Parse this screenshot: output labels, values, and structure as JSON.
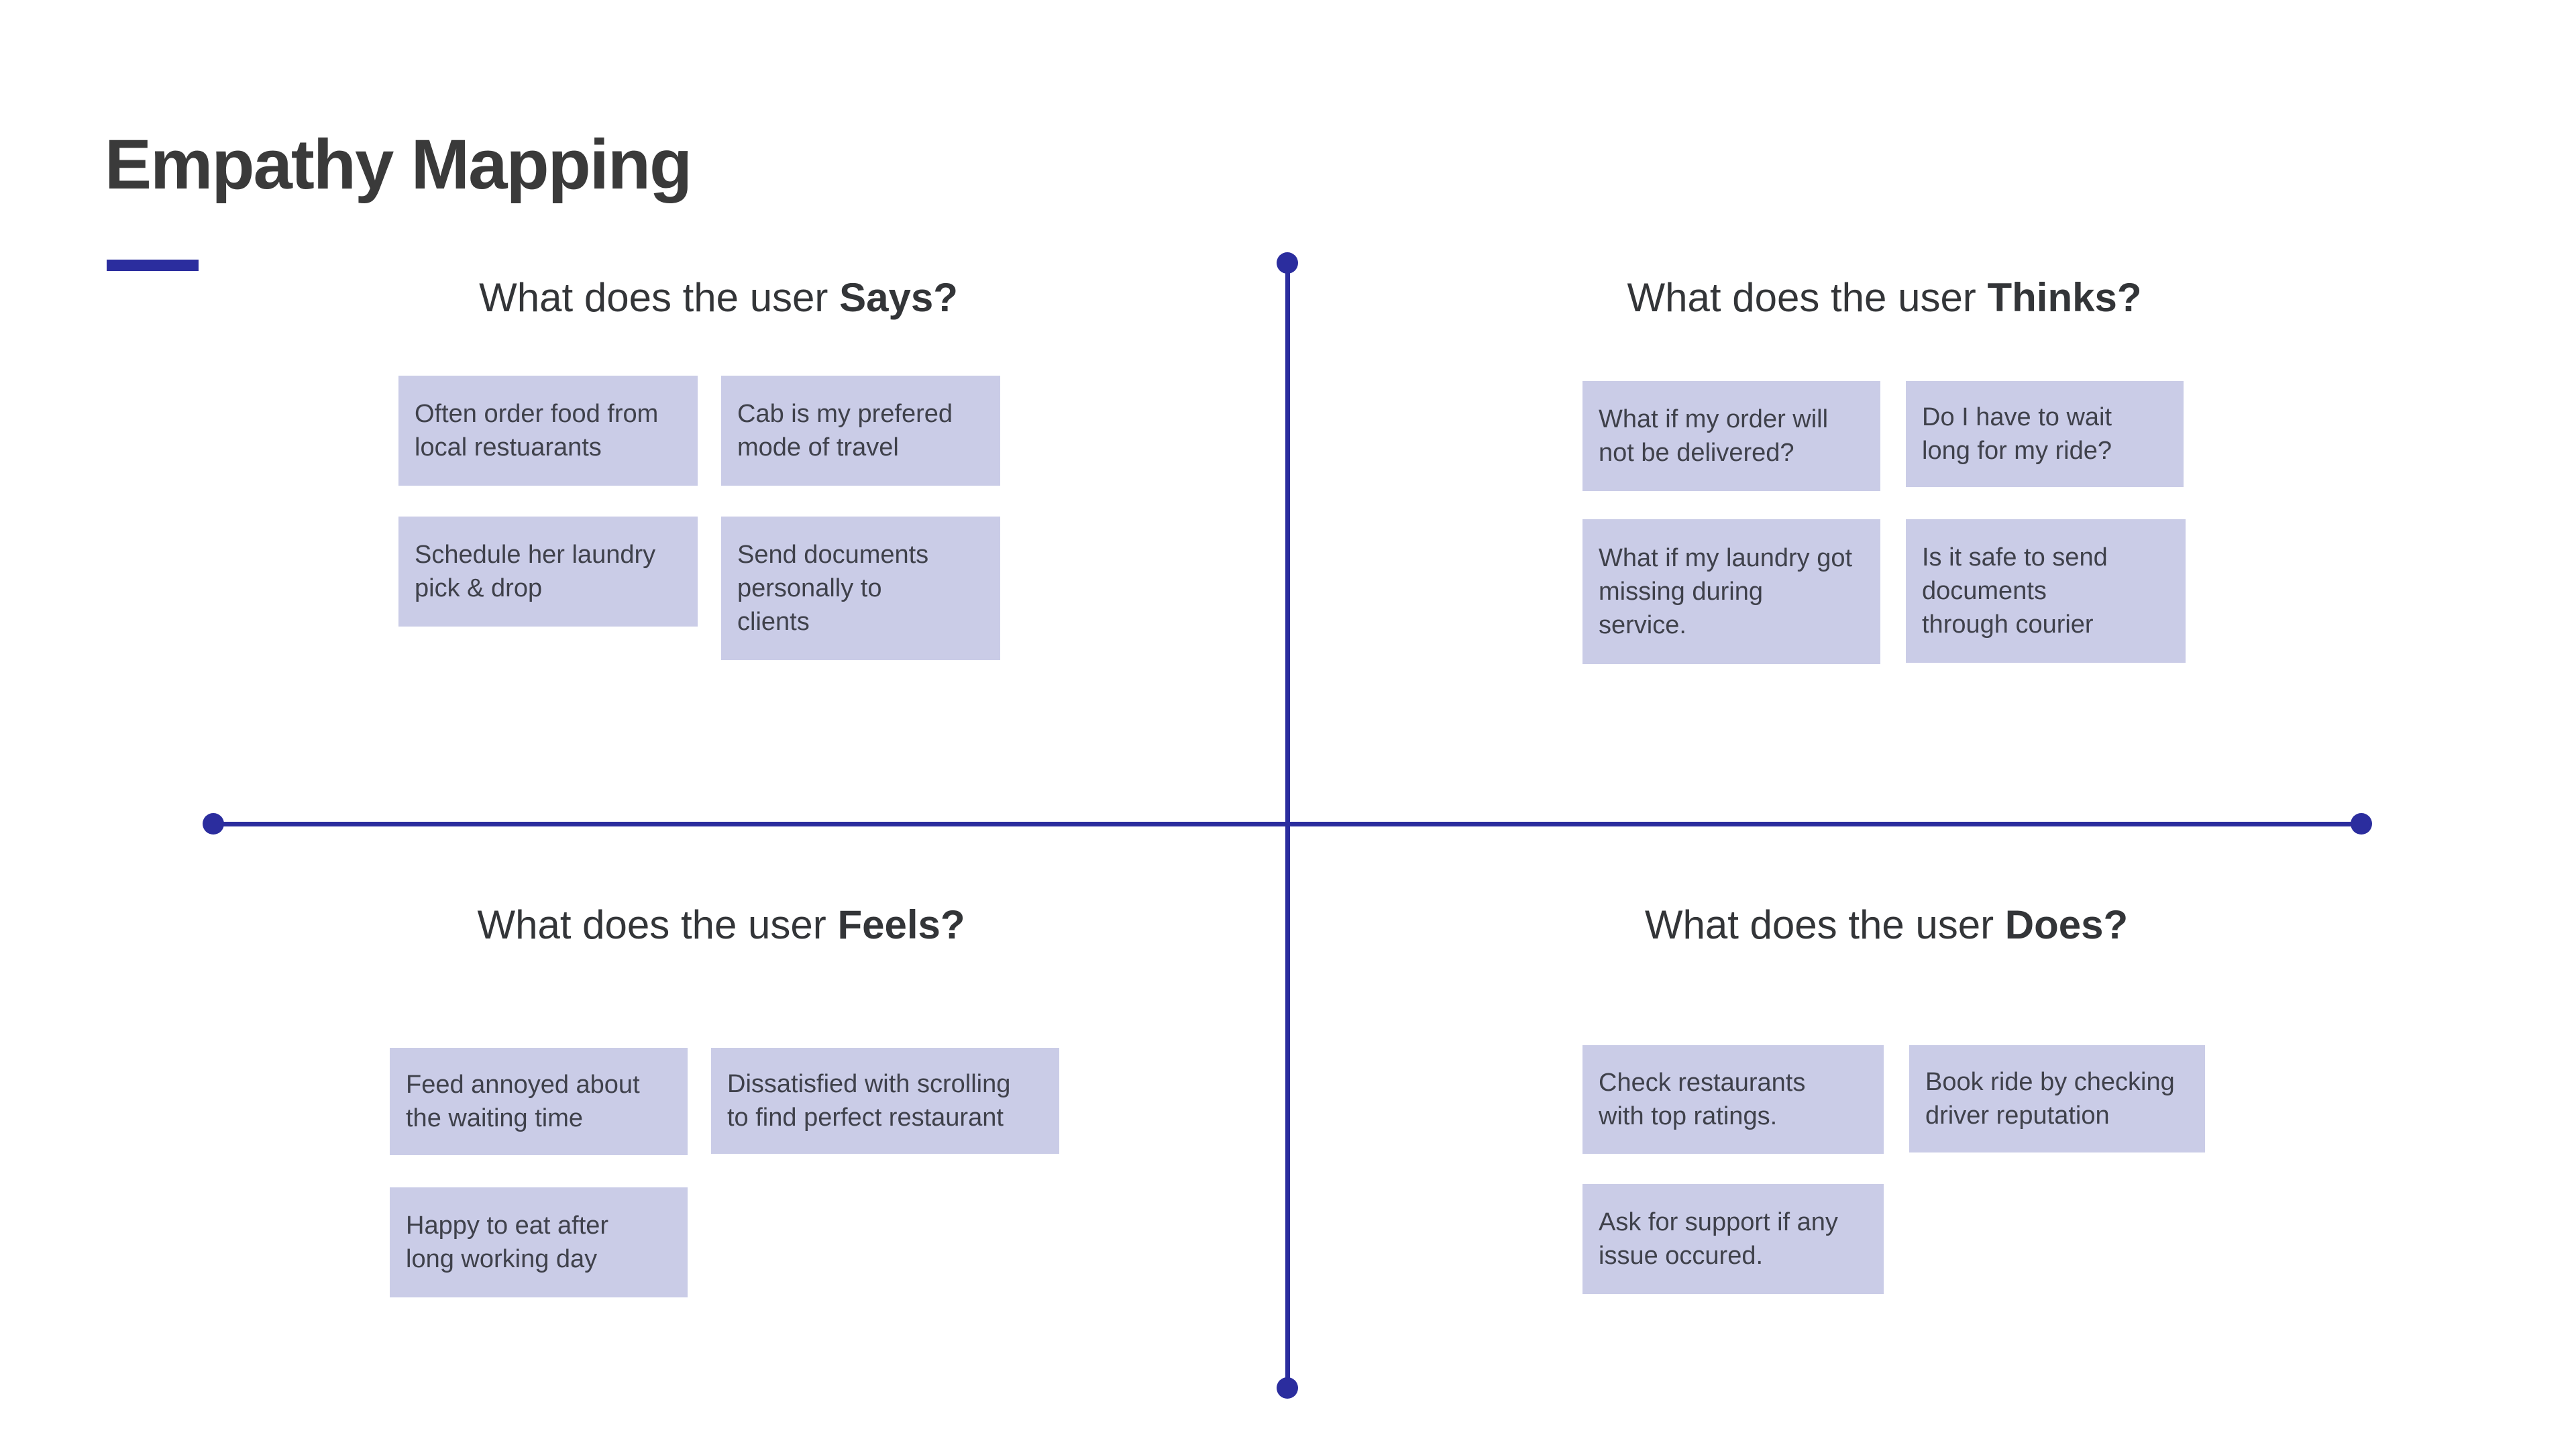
{
  "page": {
    "title": "Empathy Mapping"
  },
  "colors": {
    "accent": "#2b2d9e",
    "note_background": "#cacce7",
    "note_text": "#3f414b",
    "heading_text": "#333538",
    "title_text": "#3a3a3a",
    "background": "#ffffff"
  },
  "quadrants": {
    "says": {
      "header_prefix": "What does the user",
      "header_keyword": "Says?",
      "notes": [
        {
          "text": "Often order food from\nlocal restuarants"
        },
        {
          "text": "Cab is my prefered\nmode of travel"
        },
        {
          "text": "Schedule her laundry\npick & drop"
        },
        {
          "text": "Send documents\npersonally to\nclients"
        }
      ]
    },
    "thinks": {
      "header_prefix": "What does the user",
      "header_keyword": "Thinks?",
      "notes": [
        {
          "text": "What if my order will\nnot be delivered?"
        },
        {
          "text": "Do I have to wait\nlong for my ride?"
        },
        {
          "text": "What if my laundry got\nmissing during\nservice."
        },
        {
          "text": "Is it safe to send\ndocuments\nthrough courier"
        }
      ]
    },
    "feels": {
      "header_prefix": "What does the user",
      "header_keyword": "Feels?",
      "notes": [
        {
          "text": "Feed annoyed about\nthe waiting time"
        },
        {
          "text": "Dissatisfied with scrolling\nto find perfect restaurant"
        },
        {
          "text": "Happy to eat after\nlong working day"
        }
      ]
    },
    "does": {
      "header_prefix": "What does the user",
      "header_keyword": "Does?",
      "notes": [
        {
          "text": "Check restaurants\nwith top ratings."
        },
        {
          "text": "Book ride by checking\ndriver reputation"
        },
        {
          "text": "Ask for support if any\nissue occured."
        }
      ]
    }
  }
}
